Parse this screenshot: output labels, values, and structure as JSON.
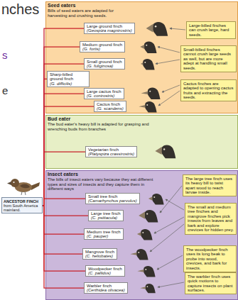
{
  "diagram": {
    "nodes": [
      {
        "text": [
          "ANCESTOR FINCH",
          "from South America mainland."
        ]
      },
      {
        "text": [
          "Seed eaters",
          "Bills of seed eaters are adapted for harvesting and crushing seeds."
        ]
      },
      {
        "text": [
          "Large ground finch",
          "(Geospiza magnirostris)"
        ],
        "in": 1
      },
      {
        "text": [
          "Large-billed finches can crush large, hard seeds."
        ],
        "in": 1
      },
      {
        "text": [
          "Medium ground finch",
          "(G. fortis)"
        ],
        "in": 1
      },
      {
        "text": [
          "Small ground finch",
          "(G. fuliginosa)"
        ],
        "in": 1
      },
      {
        "text": [
          "Small-billed finches cannot crush large seeds as well, but are more adept at handling small seeds."
        ],
        "in": 1
      },
      {
        "text": [
          "Sharp-billed ground finch",
          "(G. difficilis)"
        ],
        "in": 1
      },
      {
        "text": [
          "Large cactus finch",
          "(G. conirostris)"
        ],
        "in": 1
      },
      {
        "text": [
          "Cactus finches are adapted to opening cactus fruits and extracting the seeds."
        ],
        "in": 1
      },
      {
        "text": [
          "Cactus finch",
          "(G. scandens)"
        ],
        "in": 1
      },
      {
        "text": [
          "Bud eater",
          "The bud eater's heavy bill is adapted for grasping and wrenching buds from branches"
        ]
      },
      {
        "text": [
          "Vegetarian finch",
          "(Platyspiza crassirostris)"
        ],
        "in": 11
      },
      {
        "text": [
          "Insect eaters",
          "The bills of insect eaters vary because they eat different types and sizes of insects and they capture them in different ways"
        ]
      },
      {
        "text": [
          "The large tree finch uses its heavy bill to twist apart wood to reach larvae inside."
        ],
        "in": 13
      },
      {
        "text": [
          "Small tree finch",
          "(Camarhynchus parvulus)"
        ],
        "in": 13
      },
      {
        "text": [
          "Large tree finch",
          "(C. psittacula)"
        ],
        "in": 13
      },
      {
        "text": [
          "The small and medium tree finches and mangrove finches pick insects from leaves and bark and explore crevices for hidden prey."
        ],
        "in": 13
      },
      {
        "text": [
          "Medium tree finch",
          "(C. pauper)"
        ],
        "in": 13
      },
      {
        "text": [
          "Mangrove finch",
          "(C. heliobates)"
        ],
        "in": 13
      },
      {
        "text": [
          "The woodpecker finch uses its long beak to probe into wood, crevices, and bark for insects."
        ],
        "in": 13
      },
      {
        "text": [
          "Woodpecker finch",
          "(C. pallidus)"
        ],
        "in": 13
      },
      {
        "text": [
          "Warbler finch",
          "(Certhidea olivacea)"
        ],
        "in": 13
      },
      {
        "text": [
          "The warbler finch uses quick motions to capture insects on plant surfaces."
        ],
        "in": 13
      }
    ],
    "edges": [
      {
        "from": 0,
        "to": 2,
        "arrow": "none"
      },
      {
        "from": 0,
        "to": 4,
        "arrow": "none"
      },
      {
        "from": 0,
        "to": 5,
        "arrow": "none"
      },
      {
        "from": 0,
        "to": 7,
        "arrow": "none"
      },
      {
        "from": 0,
        "to": 8,
        "arrow": "none"
      },
      {
        "from": 0,
        "to": 10,
        "arrow": "none"
      },
      {
        "from": 0,
        "to": 12,
        "arrow": "none"
      },
      {
        "from": 0,
        "to": 15,
        "arrow": "none"
      },
      {
        "from": 0,
        "to": 16,
        "arrow": "none"
      },
      {
        "from": 0,
        "to": 18,
        "arrow": "none"
      },
      {
        "from": 0,
        "to": 19,
        "arrow": "none"
      },
      {
        "from": 0,
        "to": 21,
        "arrow": "none"
      },
      {
        "from": 0,
        "to": 22,
        "arrow": "none"
      }
    ],
    "labels": [
      "nches",
      "s",
      "e"
    ]
  }
}
